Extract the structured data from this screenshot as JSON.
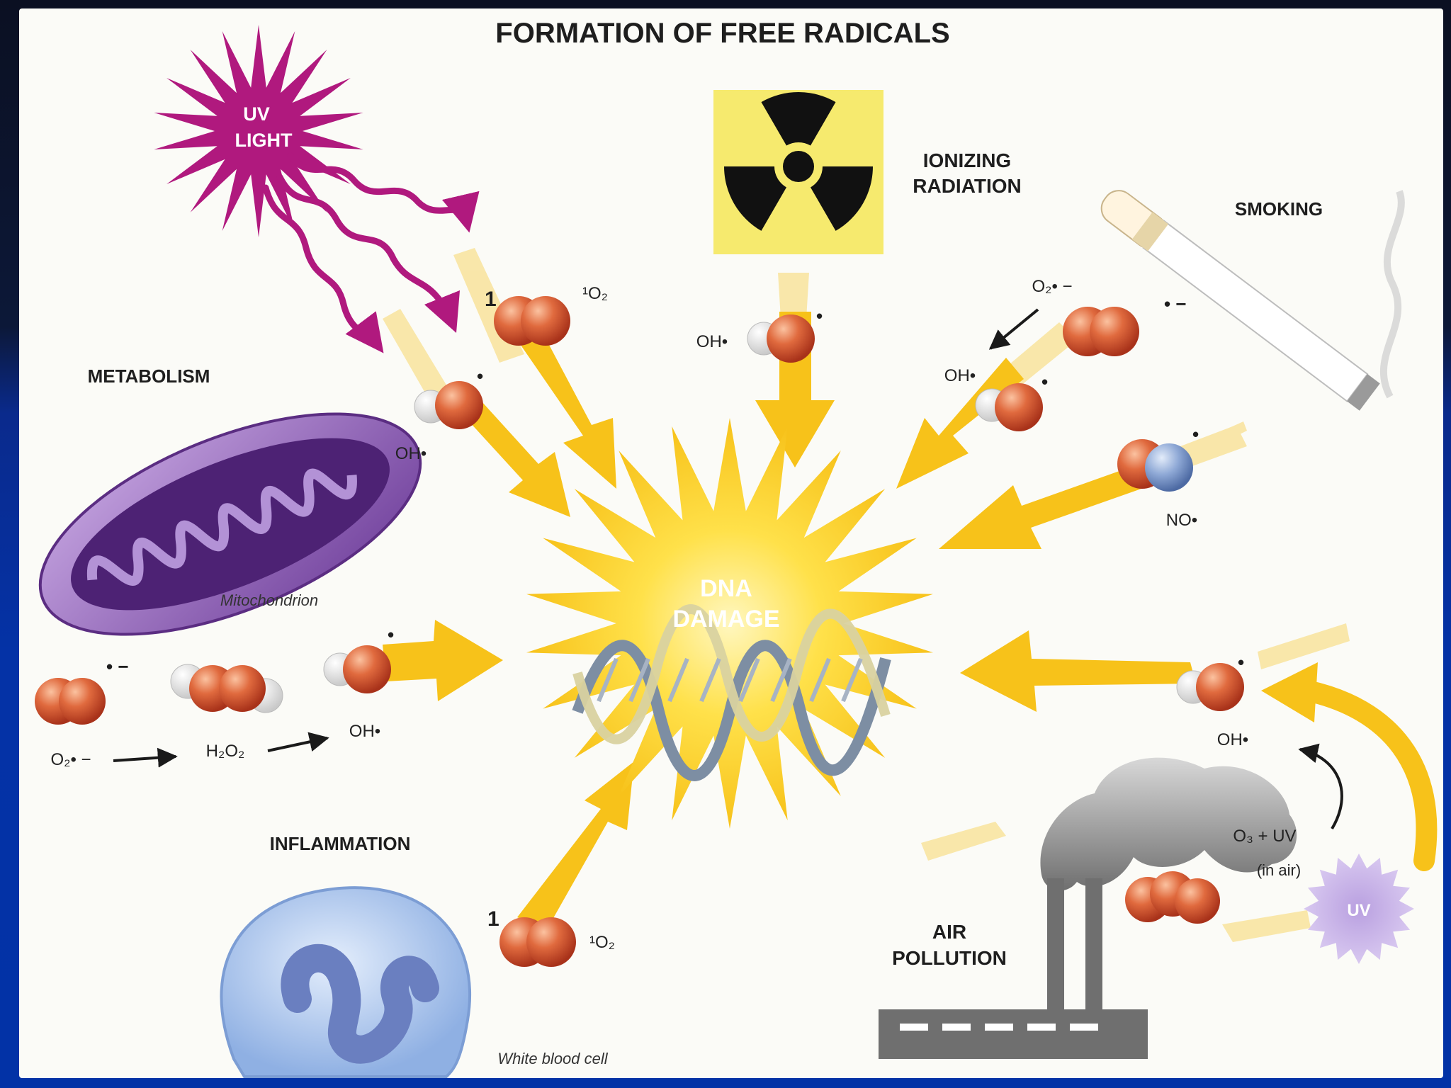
{
  "title": "FORMATION OF FREE RADICALS",
  "center": {
    "line1": "DNA",
    "line2": "DAMAGE"
  },
  "sources": {
    "uv_light": {
      "line1": "UV",
      "line2": "LIGHT"
    },
    "ionizing": {
      "line1": "IONIZING",
      "line2": "RADIATION"
    },
    "smoking": "SMOKING",
    "metabolism": "METABOLISM",
    "mitochondrion": "Mitochondrion",
    "inflammation": "INFLAMMATION",
    "white_blood_cell": "White blood cell",
    "air_pollution": {
      "line1": "AIR",
      "line2": "POLLUTION"
    },
    "uv_small": "UV"
  },
  "species": {
    "singlet_oxygen": "¹O₂",
    "singlet_marker": "1",
    "hydroxyl": "OH•",
    "superoxide": "O₂• −",
    "nitric_oxide": "NO•",
    "radical_dot": "•",
    "radical_dot_minus": "• −"
  },
  "metabolism_chain": {
    "superoxide": "O₂• −",
    "peroxide": "H₂O₂",
    "hydroxyl": "OH•"
  },
  "ozone": {
    "reaction": "O₃  +  UV",
    "note": "(in air)"
  },
  "colors": {
    "slide_blue": "#0232a6",
    "arrow_yellow": "#f7c21a",
    "uv_magenta": "#b0197e",
    "oxygen_red": "#d4502e",
    "nitrogen_blue": "#7f9fd0",
    "mito_purple": "#7b4ba6",
    "wbc_blue": "#a8c4ef"
  }
}
